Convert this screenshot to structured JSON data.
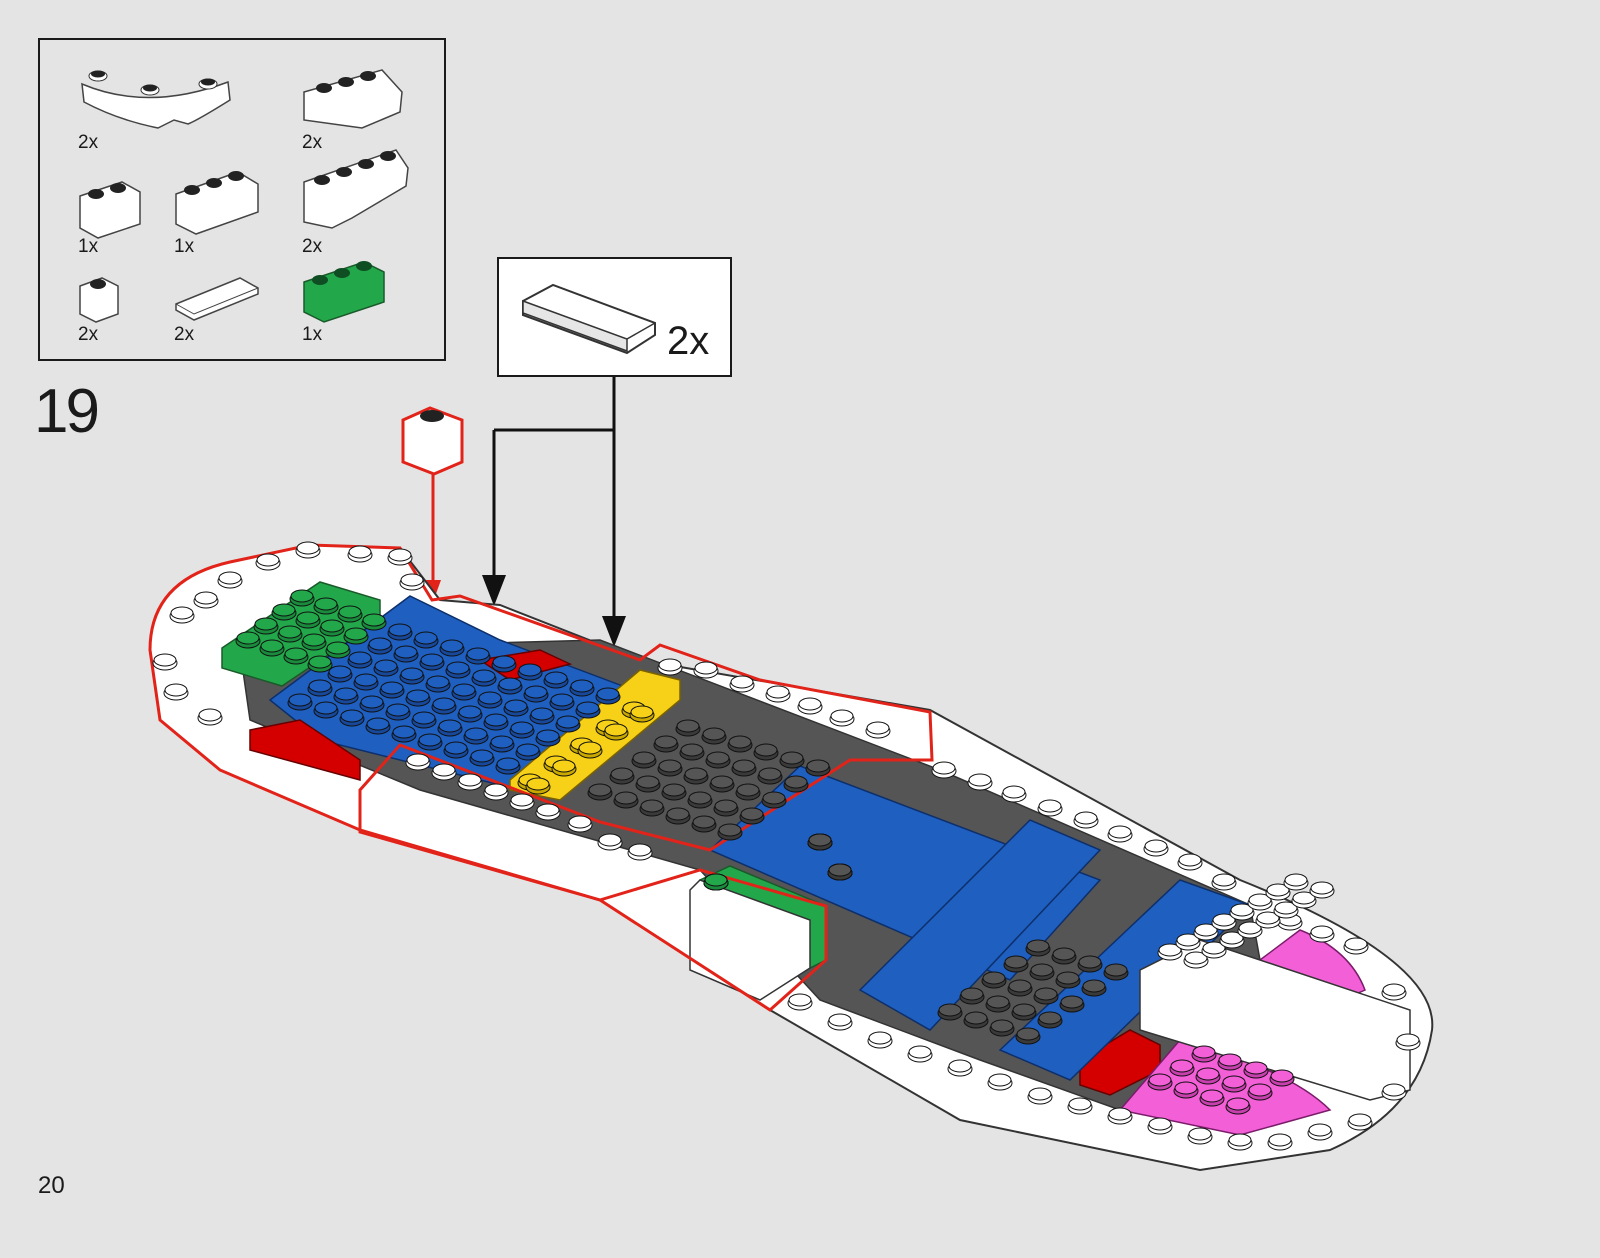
{
  "page": {
    "number": "20"
  },
  "step": {
    "number": "19"
  },
  "parts_list": [
    {
      "name": "white-curved-plate",
      "qty": "2x",
      "color": "#ffffff"
    },
    {
      "name": "white-wedge-plate-3",
      "qty": "2x",
      "color": "#ffffff"
    },
    {
      "name": "white-brick-1x2",
      "qty": "1x",
      "color": "#ffffff"
    },
    {
      "name": "white-brick-1x3",
      "qty": "1x",
      "color": "#ffffff"
    },
    {
      "name": "white-wedge-plate-4",
      "qty": "2x",
      "color": "#ffffff"
    },
    {
      "name": "white-brick-1x1",
      "qty": "2x",
      "color": "#ffffff"
    },
    {
      "name": "white-tile-1x4",
      "qty": "2x",
      "color": "#ffffff"
    },
    {
      "name": "green-brick-1x3",
      "qty": "1x",
      "color": "#22a84a"
    }
  ],
  "callout": {
    "part": "white-tile-1x4",
    "qty": "2x"
  },
  "colors": {
    "background": "#e4e4e4",
    "highlight": "#e2231a",
    "white": "#ffffff",
    "blue": "#1f5fbf",
    "green": "#22a84a",
    "yellow": "#f7d117",
    "red": "#d40000",
    "dark_gray": "#555555",
    "pink": "#f25fd6"
  }
}
